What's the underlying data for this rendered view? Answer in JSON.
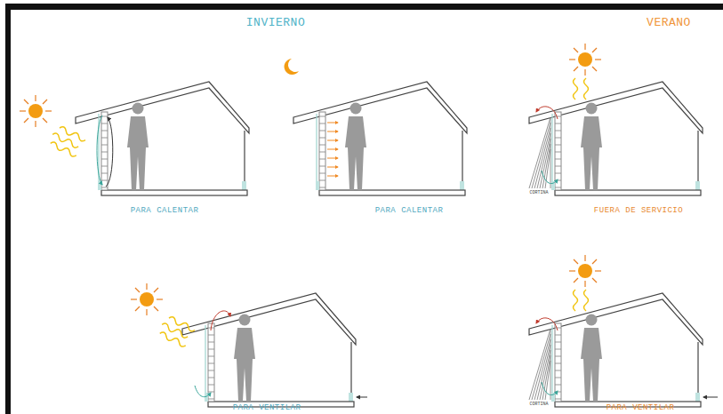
{
  "diagram": {
    "labels": [
      "INVIERNO",
      "VERANO",
      "PARA CALENTAR",
      "PARA CALENTAR",
      "FUERA DE SERVICIO",
      "CORTINA",
      "PARA VENTILAR",
      "CORTINA",
      "PARA VENTILAR"
    ]
  }
}
